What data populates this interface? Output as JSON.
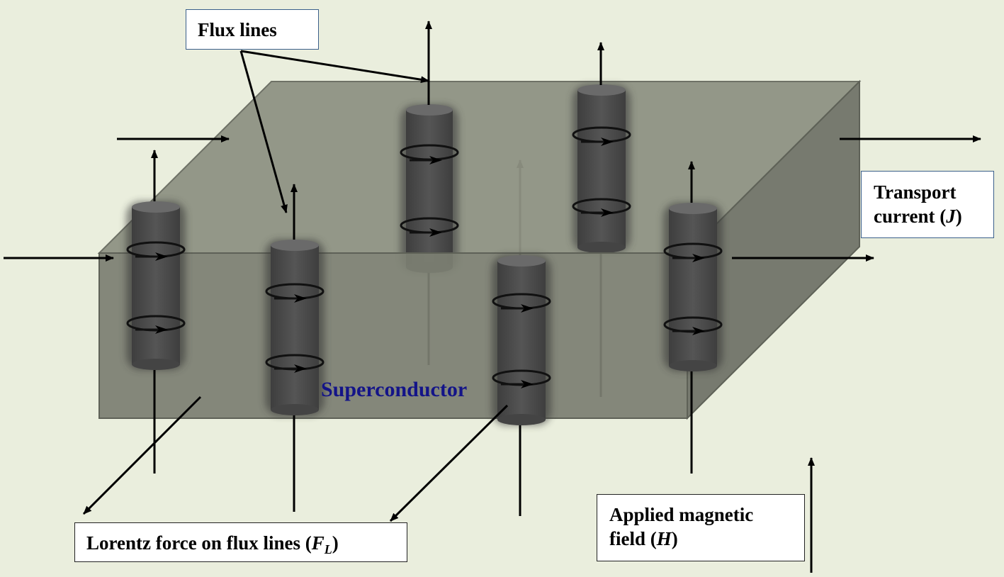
{
  "labels": {
    "flux_lines": "Flux lines",
    "transport_line1": "Transport",
    "transport_line2_prefix": "current (",
    "transport_symbol": "J",
    "transport_suffix": ")",
    "applied_line1": "Applied magnetic",
    "applied_line2_prefix": "field (",
    "applied_symbol": "H",
    "applied_suffix": ")",
    "lorentz_prefix": "Lorentz force on flux lines (",
    "lorentz_symbol": "F",
    "lorentz_subscript": "L",
    "lorentz_suffix": ")",
    "superconductor": "Superconductor"
  },
  "colors": {
    "background": "#eaeedd",
    "slab_top": "#8e9183",
    "slab_front": "#7c7f72",
    "slab_side": "#6e7166",
    "flux_tube": "#4a4a4a",
    "superconductor_text": "#141488",
    "arrow": "#000000"
  },
  "flux_tube_count": 6
}
